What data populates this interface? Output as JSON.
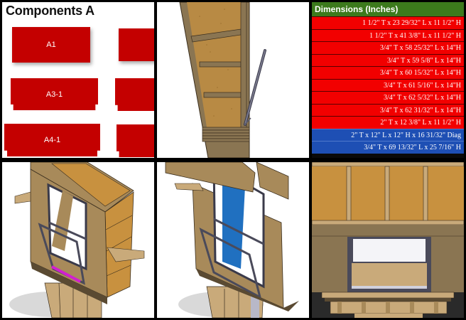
{
  "components": {
    "title": "Components A",
    "parts": [
      {
        "label": "A1"
      },
      {
        "label": "A3-1"
      },
      {
        "label": "A4-1"
      }
    ],
    "part_color": "#c40000"
  },
  "dimensions": {
    "header": "Dimensions (Inches)",
    "header_color": "#3c7a1c",
    "rows": [
      {
        "text": "1 1/2\" T x 23 29/32\" L x 11 1/2\" H",
        "color": "red"
      },
      {
        "text": "1 1/2\" T x 41 3/8\" L x 11 1/2\" H",
        "color": "red"
      },
      {
        "text": "3/4\" T x 58 25/32\" L x 14\"H",
        "color": "red"
      },
      {
        "text": "3/4\" T x 59 5/8\" L x 14\"H",
        "color": "red"
      },
      {
        "text": "3/4\" T x 60 15/32\" L x 14\"H",
        "color": "red"
      },
      {
        "text": "3/4\" T x 61 5/16\" L x 14\"H",
        "color": "red"
      },
      {
        "text": "3/4\" T x 62 5/32\" L x 14\"H",
        "color": "red"
      },
      {
        "text": "3/4\" T x 62 31/32\" L x 14\"H",
        "color": "red"
      },
      {
        "text": "2\" T x 12 3/8\" L x 11 1/2\" H",
        "color": "red"
      },
      {
        "text": "2\" T x 12\" L x 12\" H x 16 31/32\" Diag",
        "color": "blue"
      },
      {
        "text": "3/4\" T x 69 13/32\" L x 25 7/16\" H",
        "color": "blue"
      }
    ],
    "colors": {
      "red": "#f20000",
      "blue": "#1e4fb4"
    }
  },
  "views": {
    "side_section": "Side section view of window frame with open sash rod",
    "iso_front": "Isometric view of framed window box with open hopper sash",
    "iso_cutaway": "Isometric cutaway view with blue interior panel",
    "front_elevation": "Front elevation view of window opening"
  }
}
